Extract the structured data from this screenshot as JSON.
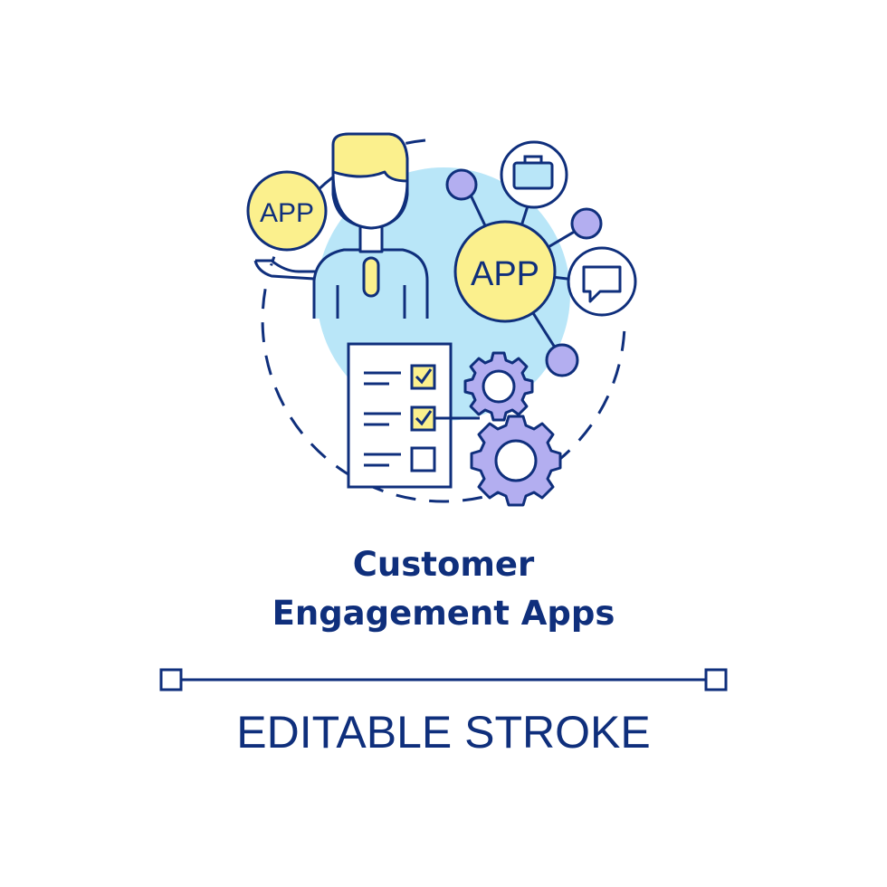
{
  "title_line1": "Customer",
  "title_line2": "Engagement Apps",
  "caption": "EDITABLE STROKE",
  "icon": {
    "app_badge_left": "APP",
    "app_badge_center": "APP",
    "items": [
      "person-icon",
      "app-badge",
      "briefcase-icon",
      "chat-bubble-icon",
      "checklist-icon",
      "gear-icon",
      "network-node"
    ]
  },
  "colors": {
    "outline": "#0f2f7c",
    "yellow": "#fbf08d",
    "light_blue": "#b9e6f8",
    "lavender": "#b3aef0",
    "white": "#ffffff"
  }
}
